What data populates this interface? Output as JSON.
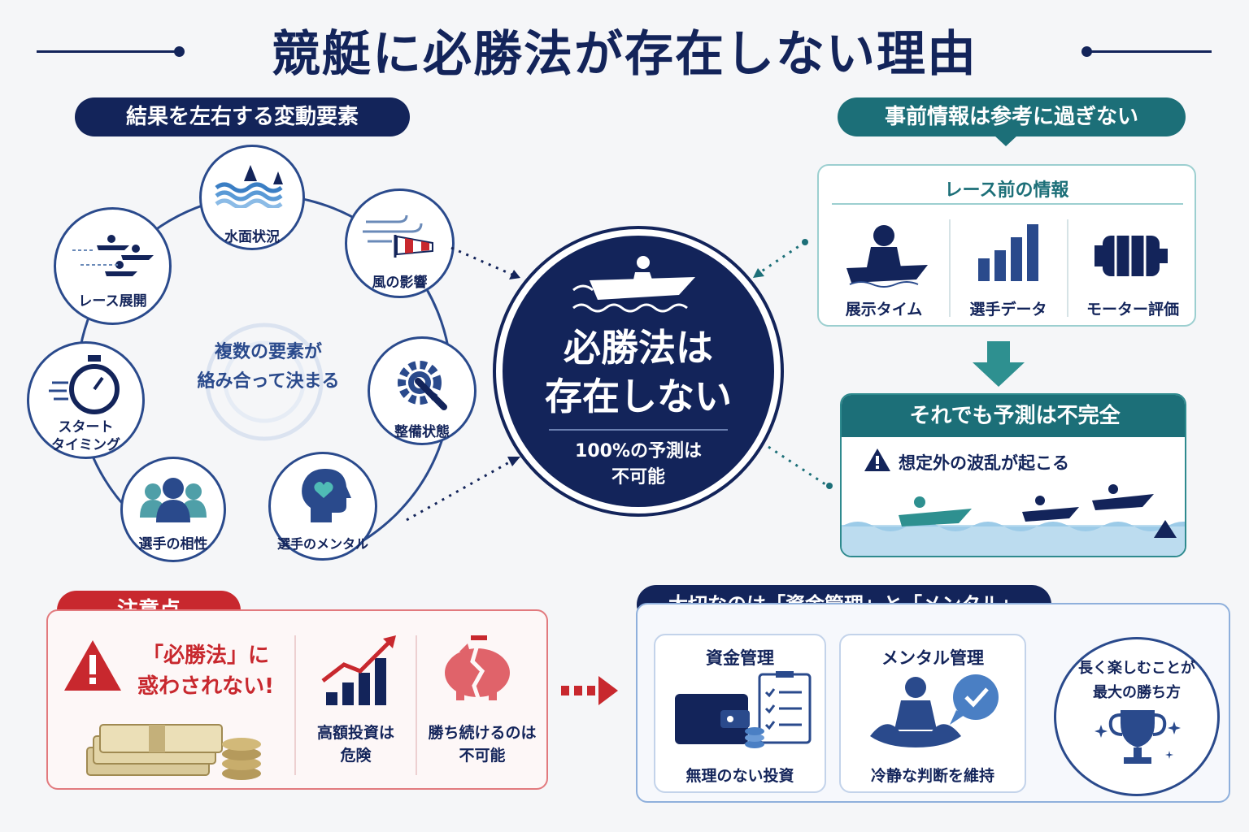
{
  "title": "競艇に必勝法が存在しない理由",
  "left": {
    "header": "結果を左右する変動要素",
    "center_text": [
      "複数の要素が",
      "絡み合って決まる"
    ],
    "nodes": {
      "water": "水面状況",
      "wind": "風の影響",
      "maintenance": "整備状態",
      "mental": "選手のメンタル",
      "compat": "選手の相性",
      "start": [
        "スタート",
        "タイミング"
      ],
      "race": "レース展開"
    }
  },
  "center": {
    "main": [
      "必勝法は",
      "存在しない"
    ],
    "sub": [
      "100%の予測は",
      "不可能"
    ]
  },
  "right": {
    "header": "事前情報は参考に過ぎない",
    "info_title": "レース前の情報",
    "items": [
      "展示タイム",
      "選手データ",
      "モーター評価"
    ],
    "imperfect_title": "それでも予測は不完全",
    "warning": "想定外の波乱が起こる"
  },
  "caution": {
    "header": "注意点",
    "main": [
      "「必勝法」に",
      "惑わされない!"
    ],
    "items": [
      [
        "高額投資は",
        "危険"
      ],
      [
        "勝ち続けるのは",
        "不可能"
      ]
    ]
  },
  "important": {
    "header": "大切なのは「資金管理」と「メンタル」",
    "money": {
      "title": "資金管理",
      "caption": "無理のない投資"
    },
    "mental": {
      "title": "メンタル管理",
      "caption": "冷静な判断を維持"
    },
    "goal": [
      "長く楽しむことが",
      "最大の勝ち方"
    ]
  },
  "colors": {
    "navy": "#13245a",
    "teal": "#1c6f78",
    "red": "#c8282e",
    "blue": "#2a4a8c"
  }
}
